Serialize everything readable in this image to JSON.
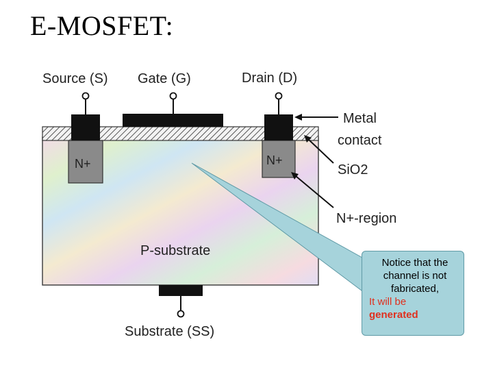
{
  "title": "E-MOSFET:",
  "diagram": {
    "labels": {
      "source": "Source (S)",
      "gate": "Gate (G)",
      "drain": "Drain (D)",
      "metal": "Metal",
      "contact": "contact",
      "sio2": "SiO2",
      "nregion": "N+-region",
      "substrate": "P-substrate",
      "ss": "Substrate (SS)",
      "n_left": "N+",
      "n_right": "N+"
    }
  },
  "callout": {
    "lines": [
      "Notice that the",
      "channel is not",
      "fabricated,",
      "It will be",
      "generated"
    ]
  },
  "colors": {
    "callout_bg": "#a6d3db",
    "highlight_text": "#e0301e",
    "metal": "#111111",
    "n_region": "#8a8a8a"
  }
}
